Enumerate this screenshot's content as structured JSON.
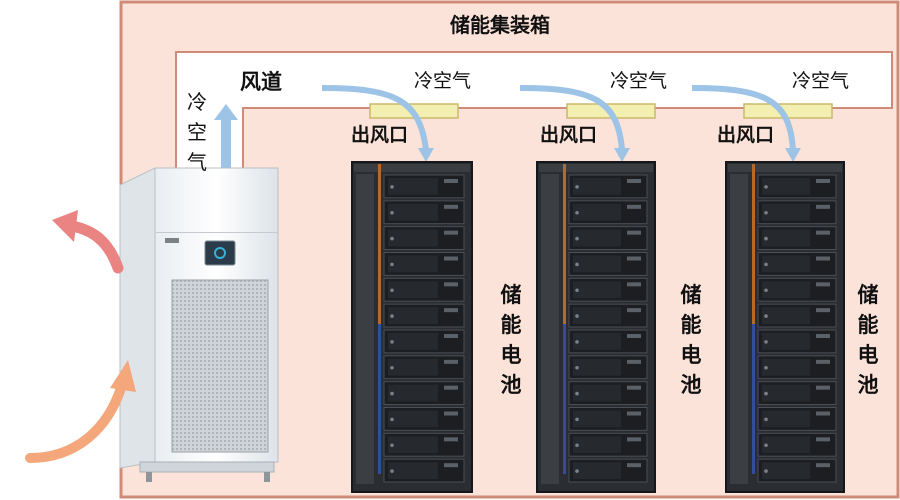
{
  "container": {
    "title": "储能集装箱"
  },
  "duct": {
    "label": "风道"
  },
  "cold_air": {
    "label": "冷空气",
    "vertical_chars": [
      "冷",
      "空",
      "气"
    ]
  },
  "outlet": {
    "label": "出风口"
  },
  "battery": {
    "vertical_chars": [
      "储",
      "能",
      "电",
      "池"
    ]
  },
  "colors": {
    "container_fill": "#fbe3d9",
    "container_border": "#cf8b78",
    "duct_fill": "#ffffff",
    "outlet_fill": "#f3efb0",
    "cold_arrow": "#9dc3e6",
    "hot_arrow": "#e98482",
    "intake_arrow": "#f4a77a"
  }
}
